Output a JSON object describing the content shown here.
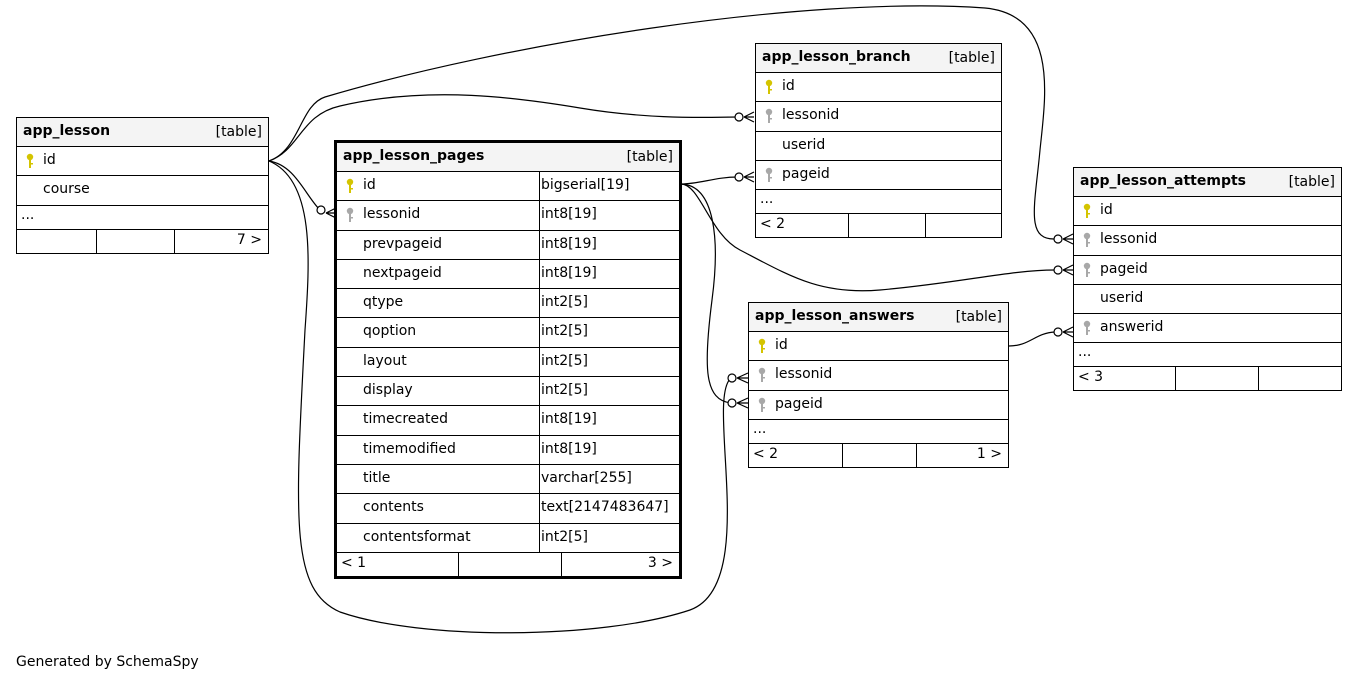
{
  "footer": {
    "credit": "Generated by SchemaSpy"
  },
  "tables": {
    "app_lesson": {
      "name": "app_lesson",
      "type": "[table]",
      "columns": [
        {
          "name": "id",
          "key": "primary"
        },
        {
          "name": "course",
          "key": "none"
        }
      ],
      "more": "...",
      "parents": "",
      "children": "7 >"
    },
    "app_lesson_pages": {
      "name": "app_lesson_pages",
      "type": "[table]",
      "columns": [
        {
          "name": "id",
          "type": "bigserial[19]",
          "key": "primary"
        },
        {
          "name": "lessonid",
          "type": "int8[19]",
          "key": "foreign"
        },
        {
          "name": "prevpageid",
          "type": "int8[19]",
          "key": "none"
        },
        {
          "name": "nextpageid",
          "type": "int8[19]",
          "key": "none"
        },
        {
          "name": "qtype",
          "type": "int2[5]",
          "key": "none"
        },
        {
          "name": "qoption",
          "type": "int2[5]",
          "key": "none"
        },
        {
          "name": "layout",
          "type": "int2[5]",
          "key": "none"
        },
        {
          "name": "display",
          "type": "int2[5]",
          "key": "none"
        },
        {
          "name": "timecreated",
          "type": "int8[19]",
          "key": "none"
        },
        {
          "name": "timemodified",
          "type": "int8[19]",
          "key": "none"
        },
        {
          "name": "title",
          "type": "varchar[255]",
          "key": "none"
        },
        {
          "name": "contents",
          "type": "text[2147483647]",
          "key": "none"
        },
        {
          "name": "contentsformat",
          "type": "int2[5]",
          "key": "none"
        }
      ],
      "parents": "< 1",
      "children": "3 >"
    },
    "app_lesson_branch": {
      "name": "app_lesson_branch",
      "type": "[table]",
      "columns": [
        {
          "name": "id",
          "key": "primary"
        },
        {
          "name": "lessonid",
          "key": "foreign"
        },
        {
          "name": "userid",
          "key": "none"
        },
        {
          "name": "pageid",
          "key": "foreign"
        }
      ],
      "more": "...",
      "parents": "< 2",
      "children": ""
    },
    "app_lesson_answers": {
      "name": "app_lesson_answers",
      "type": "[table]",
      "columns": [
        {
          "name": "id",
          "key": "primary"
        },
        {
          "name": "lessonid",
          "key": "foreign"
        },
        {
          "name": "pageid",
          "key": "foreign"
        }
      ],
      "more": "...",
      "parents": "< 2",
      "children": "1 >"
    },
    "app_lesson_attempts": {
      "name": "app_lesson_attempts",
      "type": "[table]",
      "columns": [
        {
          "name": "id",
          "key": "primary"
        },
        {
          "name": "lessonid",
          "key": "foreign"
        },
        {
          "name": "pageid",
          "key": "foreign"
        },
        {
          "name": "userid",
          "key": "none"
        },
        {
          "name": "answerid",
          "key": "foreign"
        }
      ],
      "more": "...",
      "parents": "< 3",
      "children": ""
    }
  },
  "colors": {
    "primary_key": "#d4c400",
    "foreign_key": "#a8a8a8",
    "header_bg": "#f4f4f4"
  }
}
